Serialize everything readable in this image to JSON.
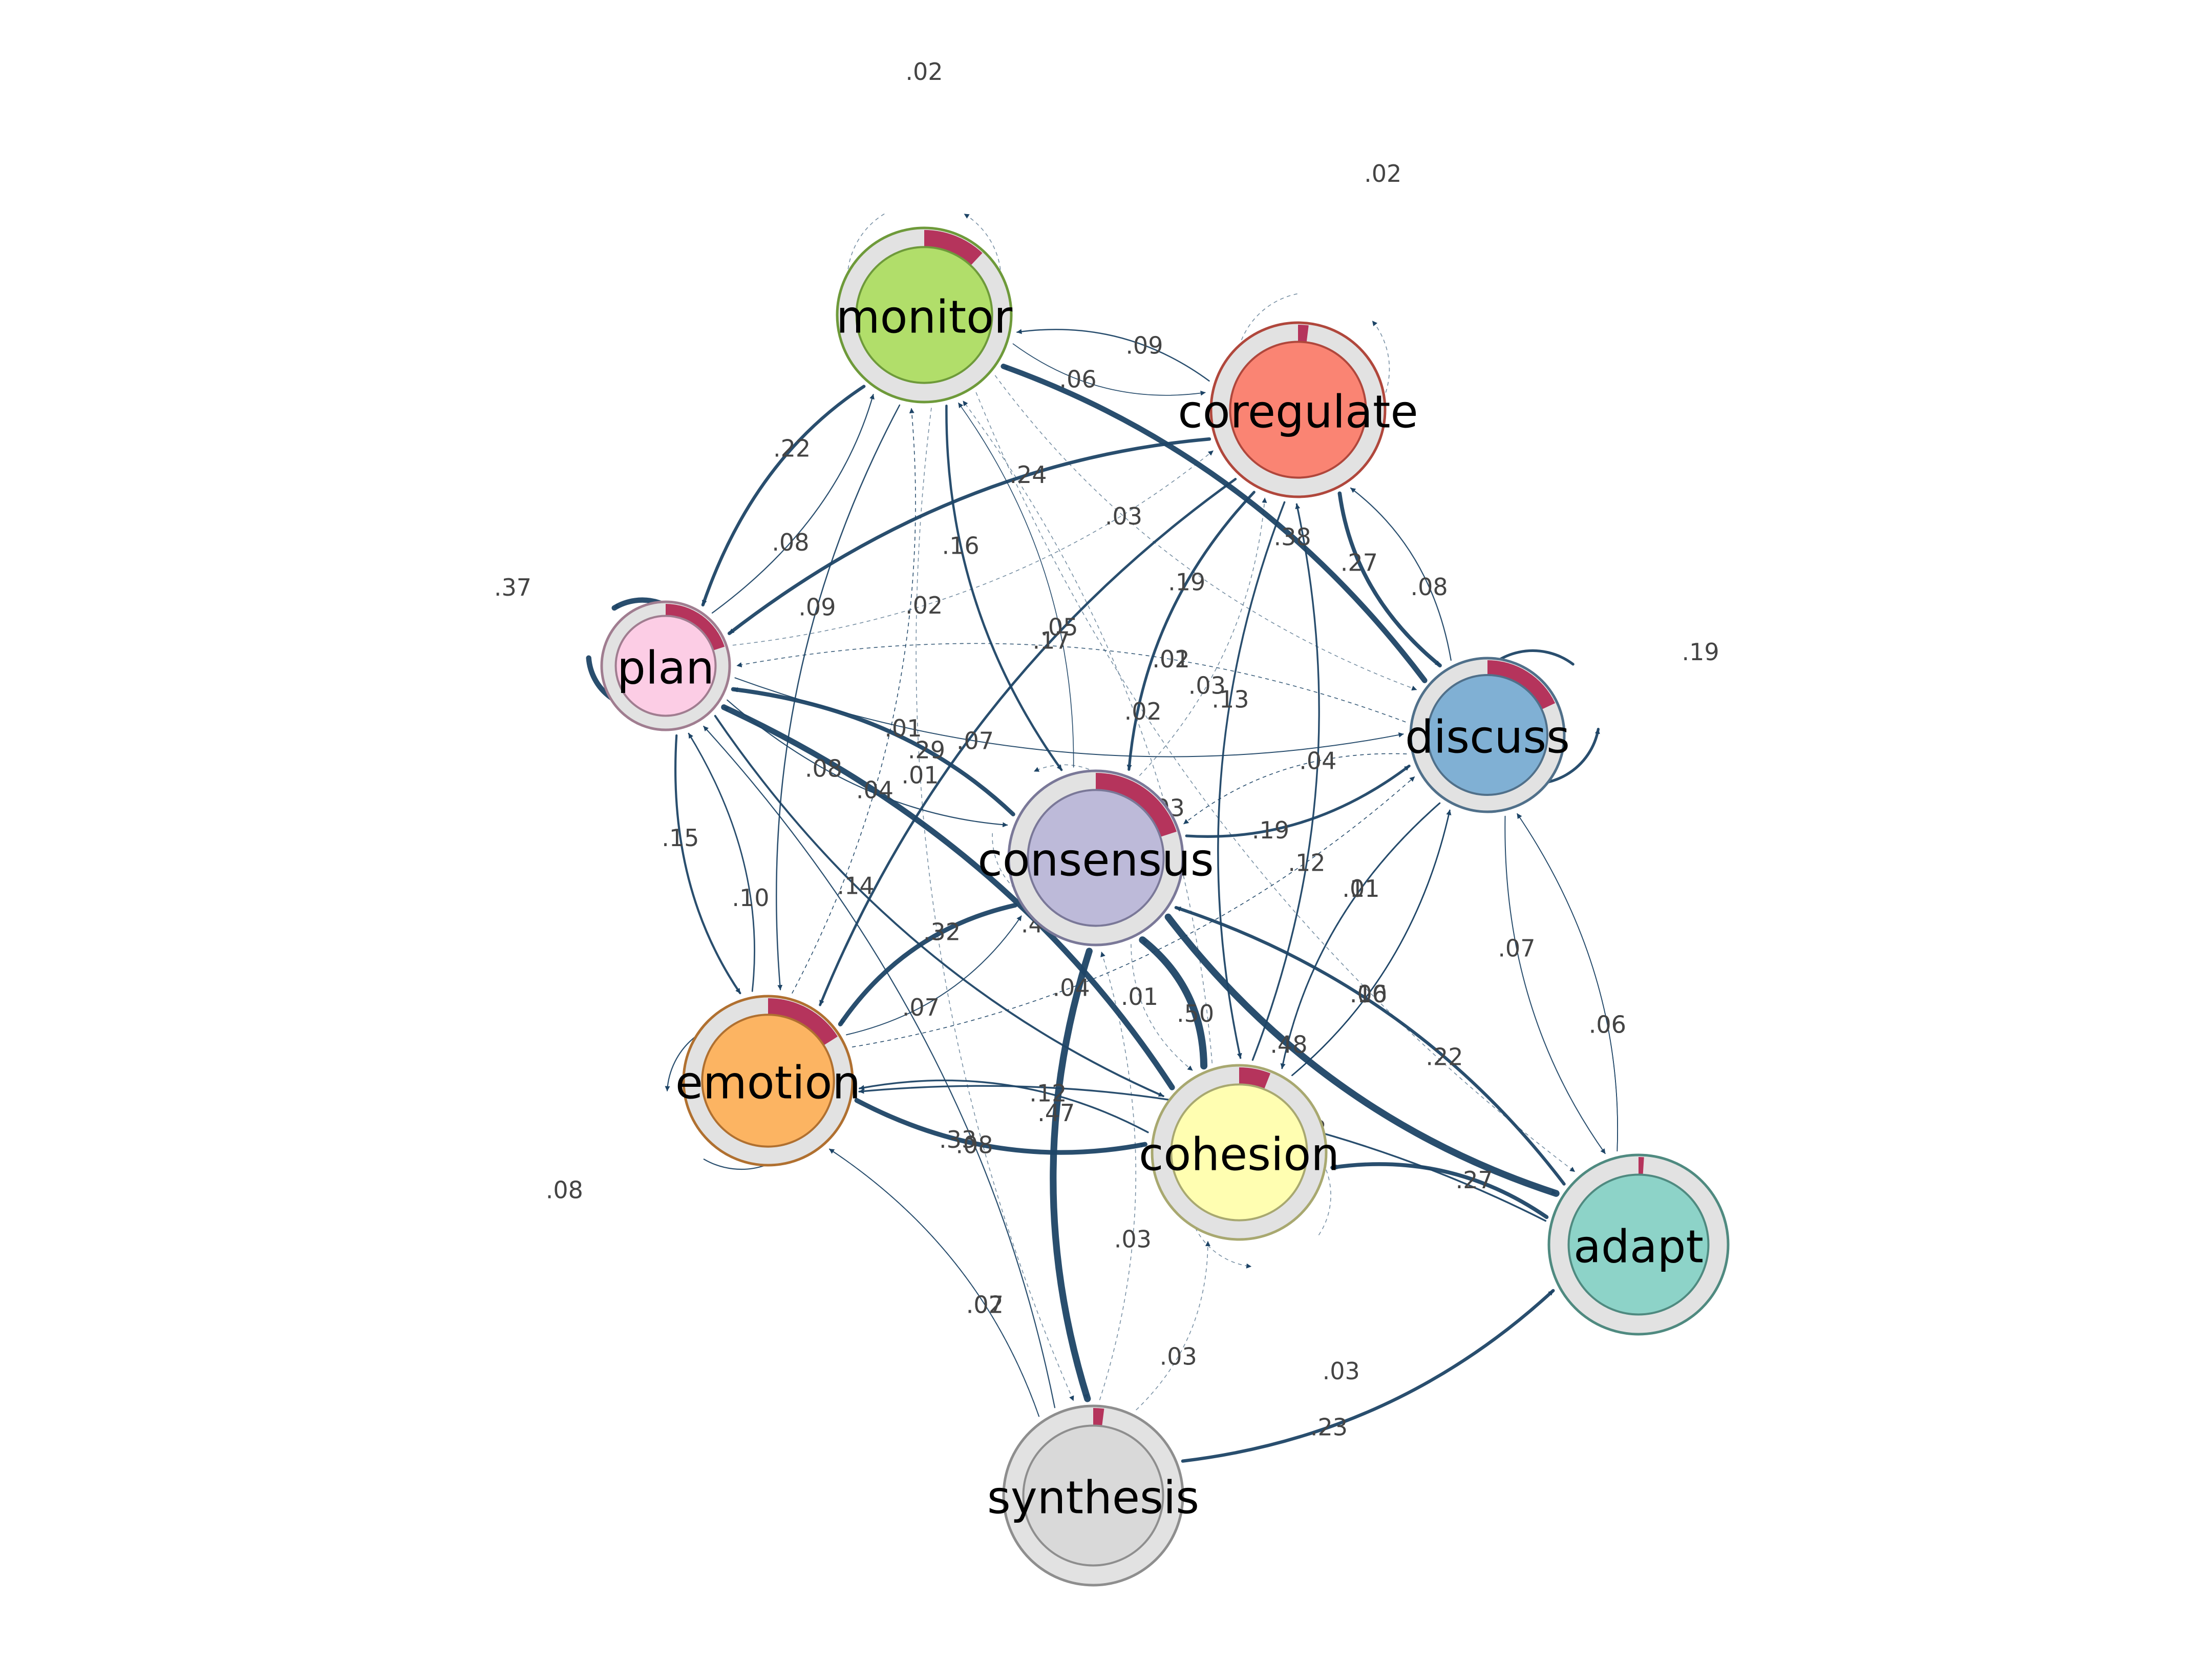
{
  "colors": {
    "edge": "#1d4466",
    "pie": "#b5345c",
    "ring": "#e2e2e2"
  },
  "chart_data": {
    "type": "network",
    "nodes": [
      {
        "id": "monitor",
        "label": "monitor",
        "color": "#b1de6a",
        "border": "#6e9a3a",
        "pie": 0.12
      },
      {
        "id": "coregulate",
        "label": "coregulate",
        "color": "#fa8473",
        "border": "#b0473c",
        "pie": 0.02
      },
      {
        "id": "plan",
        "label": "plan",
        "color": "#fccde5",
        "border": "#a07d90",
        "pie": 0.2
      },
      {
        "id": "discuss",
        "label": "discuss",
        "color": "#80b0d4",
        "border": "#50708a",
        "pie": 0.18
      },
      {
        "id": "consensus",
        "label": "consensus",
        "color": "#bdbad9",
        "border": "#7a7898",
        "pie": 0.2
      },
      {
        "id": "emotion",
        "label": "emotion",
        "color": "#fcb462",
        "border": "#b07030",
        "pie": 0.16
      },
      {
        "id": "cohesion",
        "label": "cohesion",
        "color": "#fffeb1",
        "border": "#a8a870",
        "pie": 0.06
      },
      {
        "id": "adapt",
        "label": "adapt",
        "color": "#8dd3c8",
        "border": "#4f8a80",
        "pie": 0.01
      },
      {
        "id": "synthesis",
        "label": "synthesis",
        "color": "#d9d9d9",
        "border": "#8e8e8e",
        "pie": 0.02
      }
    ],
    "edges": [
      {
        "from": "monitor",
        "to": "monitor",
        "weight": 0.02,
        "label": ".02"
      },
      {
        "from": "coregulate",
        "to": "coregulate",
        "weight": 0.02,
        "label": ".02"
      },
      {
        "from": "plan",
        "to": "plan",
        "weight": 0.37,
        "label": ".37"
      },
      {
        "from": "discuss",
        "to": "discuss",
        "weight": 0.19,
        "label": ".19"
      },
      {
        "from": "emotion",
        "to": "emotion",
        "weight": 0.08,
        "label": ".08"
      },
      {
        "from": "cohesion",
        "to": "cohesion",
        "weight": 0.03,
        "label": ".03"
      },
      {
        "from": "coregulate",
        "to": "monitor",
        "weight": 0.09,
        "label": ".09"
      },
      {
        "from": "monitor",
        "to": "coregulate",
        "weight": 0.06,
        "label": ".06"
      },
      {
        "from": "monitor",
        "to": "plan",
        "weight": 0.22,
        "label": ".22"
      },
      {
        "from": "plan",
        "to": "monitor",
        "weight": 0.08,
        "label": ".08"
      },
      {
        "from": "plan",
        "to": "coregulate",
        "weight": 0.02,
        "label": ".02"
      },
      {
        "from": "coregulate",
        "to": "plan",
        "weight": 0.24,
        "label": ".24"
      },
      {
        "from": "discuss",
        "to": "plan",
        "weight": 0.02,
        "label": ".02"
      },
      {
        "from": "emotion",
        "to": "monitor",
        "weight": 0.04,
        "label": ".04"
      },
      {
        "from": "consensus",
        "to": "monitor",
        "weight": 0.05,
        "label": ".05"
      },
      {
        "from": "monitor",
        "to": "consensus",
        "weight": 0.16,
        "label": ".16"
      },
      {
        "from": "cohesion",
        "to": "monitor",
        "weight": 0.03,
        "label": ".03"
      },
      {
        "from": "discuss",
        "to": "monitor",
        "weight": 0.38,
        "label": ".38"
      },
      {
        "from": "monitor",
        "to": "discuss",
        "weight": 0.03,
        "label": ".03"
      },
      {
        "from": "coregulate",
        "to": "consensus",
        "weight": 0.19,
        "label": ".19"
      },
      {
        "from": "consensus",
        "to": "coregulate",
        "weight": 0.03,
        "label": ".03"
      },
      {
        "from": "coregulate",
        "to": "discuss",
        "weight": 0.27,
        "label": ".27"
      },
      {
        "from": "discuss",
        "to": "coregulate",
        "weight": 0.08,
        "label": ".08"
      },
      {
        "from": "cohesion",
        "to": "coregulate",
        "weight": 0.12,
        "label": ".12"
      },
      {
        "from": "coregulate",
        "to": "cohesion",
        "weight": 0.13,
        "label": ".13"
      },
      {
        "from": "discuss",
        "to": "plan",
        "weight": 0.01,
        "label": ".01"
      },
      {
        "from": "plan",
        "to": "discuss",
        "weight": 0.07,
        "label": ".07"
      },
      {
        "from": "plan",
        "to": "consensus",
        "weight": 0.08,
        "label": ".08"
      },
      {
        "from": "consensus",
        "to": "plan",
        "weight": 0.29,
        "label": ".29"
      },
      {
        "from": "cohesion",
        "to": "plan",
        "weight": 0.4,
        "label": ".40"
      },
      {
        "from": "emotion",
        "to": "plan",
        "weight": 0.1,
        "label": ".10"
      },
      {
        "from": "plan",
        "to": "emotion",
        "weight": 0.15,
        "label": ".15"
      },
      {
        "from": "synthesis",
        "to": "plan",
        "weight": 0.08,
        "label": ".08"
      },
      {
        "from": "monitor",
        "to": "emotion",
        "weight": 0.09,
        "label": ".09"
      },
      {
        "from": "coregulate",
        "to": "emotion",
        "weight": 0.17,
        "label": ".17"
      },
      {
        "from": "consensus",
        "to": "consensus",
        "weight": 0.01,
        "label": ".01"
      },
      {
        "from": "consensus",
        "to": "discuss",
        "weight": 0.19,
        "label": ".19"
      },
      {
        "from": "discuss",
        "to": "consensus",
        "weight": 0.04,
        "label": ".04"
      },
      {
        "from": "cohesion",
        "to": "discuss",
        "weight": 0.1,
        "label": ".10"
      },
      {
        "from": "adapt",
        "to": "consensus",
        "weight": 0.22,
        "label": ".22"
      },
      {
        "from": "emotion",
        "to": "discuss",
        "weight": 0.04,
        "label": ".04"
      },
      {
        "from": "consensus",
        "to": "emotion",
        "weight": 0.32,
        "label": ".32"
      },
      {
        "from": "emotion",
        "to": "consensus",
        "weight": 0.07,
        "label": ".07"
      },
      {
        "from": "plan",
        "to": "cohesion",
        "weight": 0.14,
        "label": ".14"
      },
      {
        "from": "synthesis",
        "to": "consensus",
        "weight": 0.03,
        "label": ".03"
      },
      {
        "from": "discuss",
        "to": "cohesion",
        "weight": 0.11,
        "label": ".11"
      },
      {
        "from": "cohesion",
        "to": "consensus",
        "weight": 0.5,
        "label": ".50"
      },
      {
        "from": "consensus",
        "to": "cohesion",
        "weight": 0.01,
        "label": ".01"
      },
      {
        "from": "consensus",
        "to": "synthesis",
        "weight": 0.47,
        "label": ".47"
      },
      {
        "from": "adapt",
        "to": "discuss",
        "weight": 0.06,
        "label": ".06"
      },
      {
        "from": "emotion",
        "to": "cohesion",
        "weight": 0.33,
        "label": ".33"
      },
      {
        "from": "cohesion",
        "to": "emotion",
        "weight": 0.12,
        "label": ".12"
      },
      {
        "from": "adapt",
        "to": "emotion",
        "weight": 0.12,
        "label": ".12"
      },
      {
        "from": "synthesis",
        "to": "emotion",
        "weight": 0.02,
        "label": ".02"
      },
      {
        "from": "consensus",
        "to": "adapt",
        "weight": 0.48,
        "label": ".48"
      },
      {
        "from": "cohesion",
        "to": "discuss",
        "weight": 0.06,
        "label": ".06"
      },
      {
        "from": "discuss",
        "to": "cohesion",
        "weight": 0.01,
        "label": ".01"
      },
      {
        "from": "discuss",
        "to": "adapt",
        "weight": 0.07,
        "label": ".07"
      },
      {
        "from": "adapt",
        "to": "discuss",
        "weight": 0.06,
        "label": ".06"
      },
      {
        "from": "monitor",
        "to": "adapt",
        "weight": 0.02,
        "label": ".02"
      },
      {
        "from": "adapt",
        "to": "cohesion",
        "weight": 0.27,
        "label": ".27"
      },
      {
        "from": "synthesis",
        "to": "emotion",
        "weight": 0.07,
        "label": ".07"
      },
      {
        "from": "monitor",
        "to": "synthesis",
        "weight": 0.01,
        "label": ".01"
      },
      {
        "from": "synthesis",
        "to": "cohesion",
        "weight": 0.03,
        "label": ".03"
      },
      {
        "from": "synthesis",
        "to": "adapt",
        "weight": 0.23,
        "label": ".23"
      }
    ]
  }
}
